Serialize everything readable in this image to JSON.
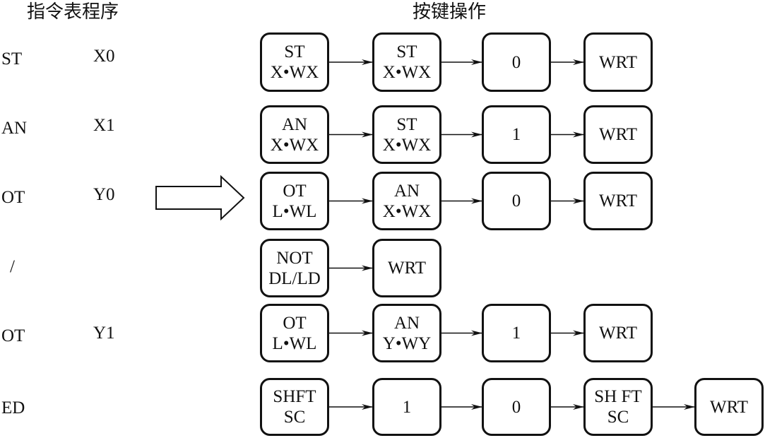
{
  "headers": {
    "program": "指令表程序",
    "keys": "按键操作"
  },
  "instructions": [
    {
      "op": "ST",
      "operand": "X0"
    },
    {
      "op": "AN",
      "operand": "X1"
    },
    {
      "op": "OT",
      "operand": "Y0"
    },
    {
      "op": "/",
      "operand": ""
    },
    {
      "op": "OT",
      "operand": "Y1"
    },
    {
      "op": "ED",
      "operand": ""
    }
  ],
  "key_sequences": [
    [
      [
        "ST",
        "X•WX"
      ],
      [
        "ST",
        "X•WX"
      ],
      [
        "0"
      ],
      [
        "WRT"
      ]
    ],
    [
      [
        "AN",
        "X•WX"
      ],
      [
        "ST",
        "X•WX"
      ],
      [
        "1"
      ],
      [
        "WRT"
      ]
    ],
    [
      [
        "OT",
        "L•WL"
      ],
      [
        "AN",
        "X•WX"
      ],
      [
        "0"
      ],
      [
        "WRT"
      ]
    ],
    [
      [
        "NOT",
        "DL/LD"
      ],
      [
        "WRT"
      ]
    ],
    [
      [
        "OT",
        "L•WL"
      ],
      [
        "AN",
        "Y•WY"
      ],
      [
        "1"
      ],
      [
        "WRT"
      ]
    ],
    [
      [
        "SHFT",
        "SC"
      ],
      [
        "1"
      ],
      [
        "0"
      ],
      [
        "SH FT",
        "SC"
      ],
      [
        "WRT"
      ]
    ]
  ],
  "big_arrow": "right-block-arrow-icon"
}
